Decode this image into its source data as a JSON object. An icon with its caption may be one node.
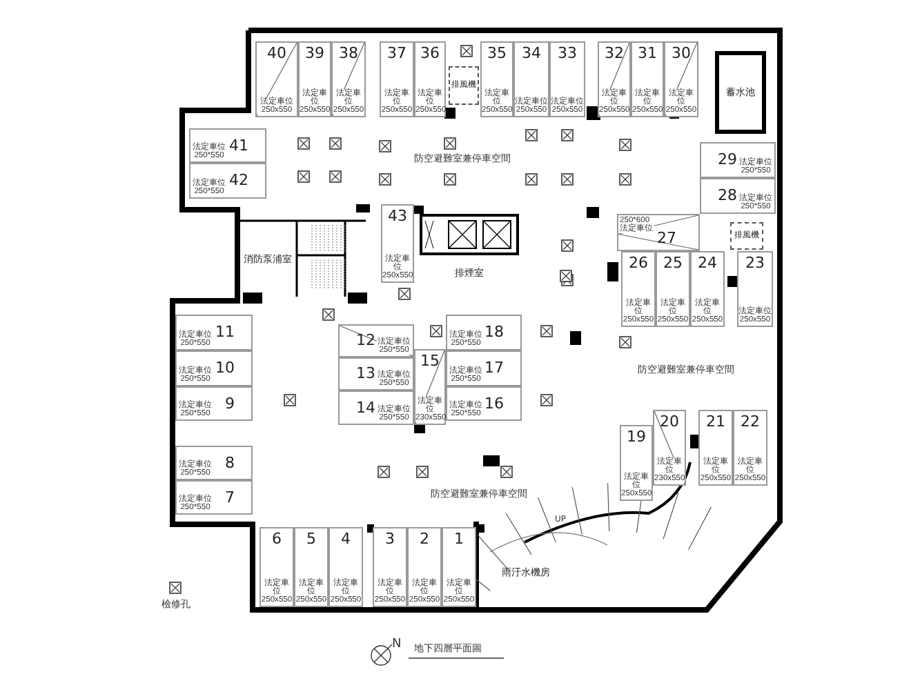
{
  "diagram": {
    "nodes": [
      {
        "text": [
          "40",
          "法定車位 250x550"
        ]
      },
      {
        "text": [
          "39",
          "法定車位 250x550"
        ]
      },
      {
        "text": [
          "38",
          "法定車位 250x550"
        ]
      },
      {
        "text": [
          "37",
          "法定車位 250x550"
        ]
      },
      {
        "text": [
          "36",
          "法定車位 250x550"
        ]
      },
      {
        "text": [
          "排風機"
        ]
      },
      {
        "text": [
          "35",
          "法定車位 250x550"
        ]
      },
      {
        "text": [
          "34",
          "法定車位 250x550"
        ]
      },
      {
        "text": [
          "33",
          "法定車位 250x550"
        ]
      },
      {
        "text": [
          "32",
          "法定車位 250x550"
        ]
      },
      {
        "text": [
          "31",
          "法定車位 250x550"
        ]
      },
      {
        "text": [
          "30",
          "法定車位 250x550"
        ]
      },
      {
        "text": [
          "蓄水池"
        ]
      },
      {
        "text": [
          "法定車位 250*550",
          "41"
        ]
      },
      {
        "text": [
          "法定車位 250*550",
          "42"
        ]
      },
      {
        "text": [
          "29",
          "法定車位 250*550"
        ]
      },
      {
        "text": [
          "28",
          "法定車位 250*550"
        ]
      },
      {
        "text": [
          "43",
          "法定車位 250x550"
        ]
      },
      {
        "text": [
          "27",
          "250*600 法定車位"
        ]
      },
      {
        "text": [
          "排風機"
        ]
      },
      {
        "text": [
          "消防泵浦室"
        ]
      },
      {
        "text": [
          "排煙室"
        ]
      },
      {
        "text": [
          "26",
          "法定車位 250x550"
        ]
      },
      {
        "text": [
          "25",
          "法定車位 250x550"
        ]
      },
      {
        "text": [
          "24",
          "法定車位 250x550"
        ]
      },
      {
        "text": [
          "23",
          "法定車位 250x550"
        ]
      },
      {
        "text": [
          "法定車位 250*550",
          "11"
        ]
      },
      {
        "text": [
          "12",
          "法定車位 250*550"
        ]
      },
      {
        "text": [
          "法定車位 250*550",
          "18"
        ]
      },
      {
        "text": [
          "法定車位 250*550",
          "10"
        ]
      },
      {
        "text": [
          "13",
          "法定車位 250*550"
        ]
      },
      {
        "text": [
          "15",
          "法定車位 230x550"
        ]
      },
      {
        "text": [
          "法定車位 250*550",
          "17"
        ]
      },
      {
        "text": [
          "法定車位 250*550",
          "9"
        ]
      },
      {
        "text": [
          "14",
          "法定車位 250*550"
        ]
      },
      {
        "text": [
          "法定車位 250*550",
          "16"
        ]
      },
      {
        "text": [
          "20",
          "法定車位 230x550"
        ]
      },
      {
        "text": [
          "21",
          "法定車位 250x550"
        ]
      },
      {
        "text": [
          "22",
          "法定車位 250x550"
        ]
      },
      {
        "text": [
          "19",
          "法定車位 250x550"
        ]
      },
      {
        "text": [
          "法定車位 250*550",
          "8"
        ]
      },
      {
        "text": [
          "法定車位 250*550",
          "7"
        ]
      },
      {
        "text": [
          "6",
          "法定車位 250x550"
        ]
      },
      {
        "text": [
          "5",
          "法定車位 250x550"
        ]
      },
      {
        "text": [
          "4",
          "法定車位 250x550"
        ]
      },
      {
        "text": [
          "3",
          "法定車位 250x550"
        ]
      },
      {
        "text": [
          "2",
          "法定車位 250x550"
        ]
      },
      {
        "text": [
          "1",
          "法定車位 250x550"
        ]
      },
      {
        "text": [
          "雨汙水機房"
        ]
      }
    ],
    "labels": [
      "防空避難室兼停車空間",
      "防空避難室兼停車空間",
      "防空避難室兼停車空間",
      "UP",
      "N",
      "地下四層平面圖"
    ],
    "legend": [
      {
        "text": "檢修孔"
      }
    ]
  }
}
